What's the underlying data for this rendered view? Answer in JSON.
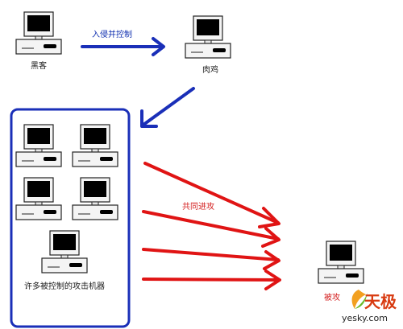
{
  "labels": {
    "hacker": "黑客",
    "invade": "入侵并控制",
    "zombie": "肉鸡",
    "joint_attack": "共同进攻",
    "controlled": "许多被控制的攻击机器",
    "victim": "被攻"
  },
  "logo": {
    "cn": "天极",
    "en": "yesky.com"
  },
  "colors": {
    "blue": "#1a2fb8",
    "red": "#e01414",
    "screen": "#000000"
  }
}
